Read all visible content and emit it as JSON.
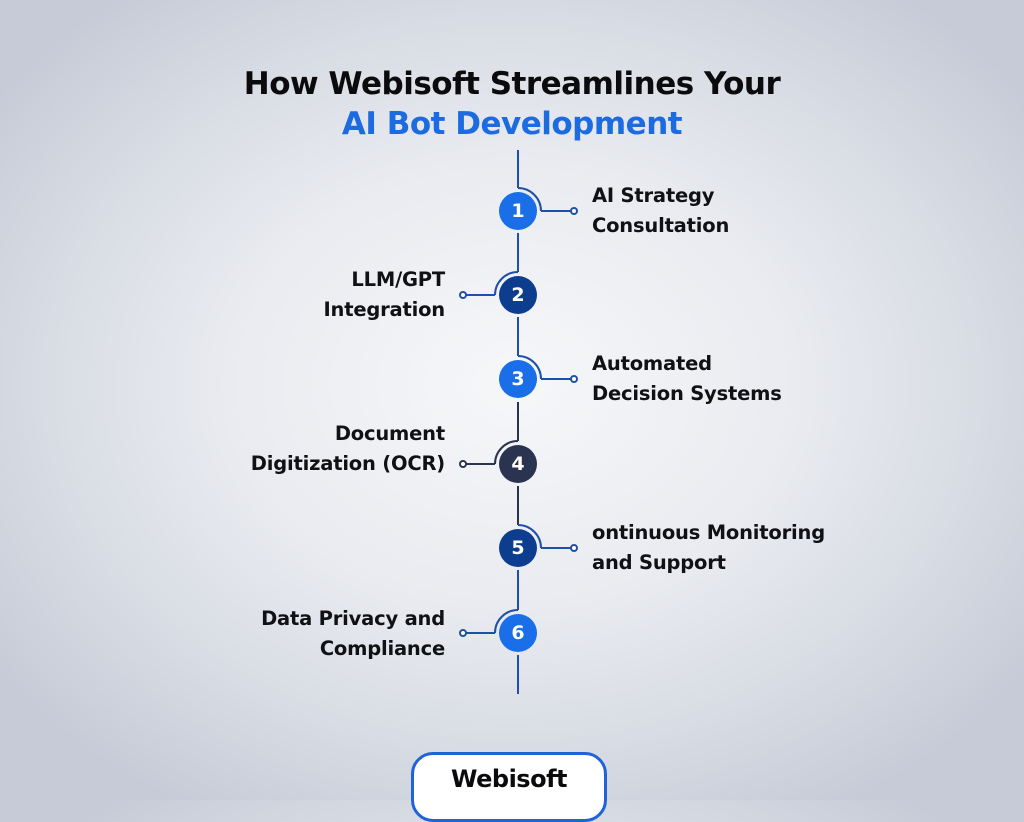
{
  "header": {
    "title_line1": "How Webisoft Streamlines Your",
    "title_line2": "AI Bot Development"
  },
  "colors": {
    "accent_blue": "#1a6ee8",
    "navy_blue": "#0d3d8f",
    "dark_slate": "#2a3350",
    "title_highlight": "#1c6be0",
    "line": "#1f4fa8"
  },
  "steps": [
    {
      "number": "1",
      "side": "right",
      "line1": "AI Strategy",
      "line2": "Consultation",
      "color": "#1a6ee8"
    },
    {
      "number": "2",
      "side": "left",
      "line1": "LLM/GPT",
      "line2": "Integration",
      "color": "#0d3d8f"
    },
    {
      "number": "3",
      "side": "right",
      "line1": "Automated",
      "line2": "Decision Systems",
      "color": "#1a6ee8"
    },
    {
      "number": "4",
      "side": "left",
      "line1": "Document",
      "line2": "Digitization (OCR)",
      "color": "#2a3350"
    },
    {
      "number": "5",
      "side": "right",
      "line1": "ontinuous Monitoring",
      "line2": "and Support",
      "color": "#0d3d8f"
    },
    {
      "number": "6",
      "side": "left",
      "line1": "Data Privacy and",
      "line2": "Compliance",
      "color": "#1a6ee8"
    }
  ],
  "footer": {
    "brand": "Webisoft"
  }
}
